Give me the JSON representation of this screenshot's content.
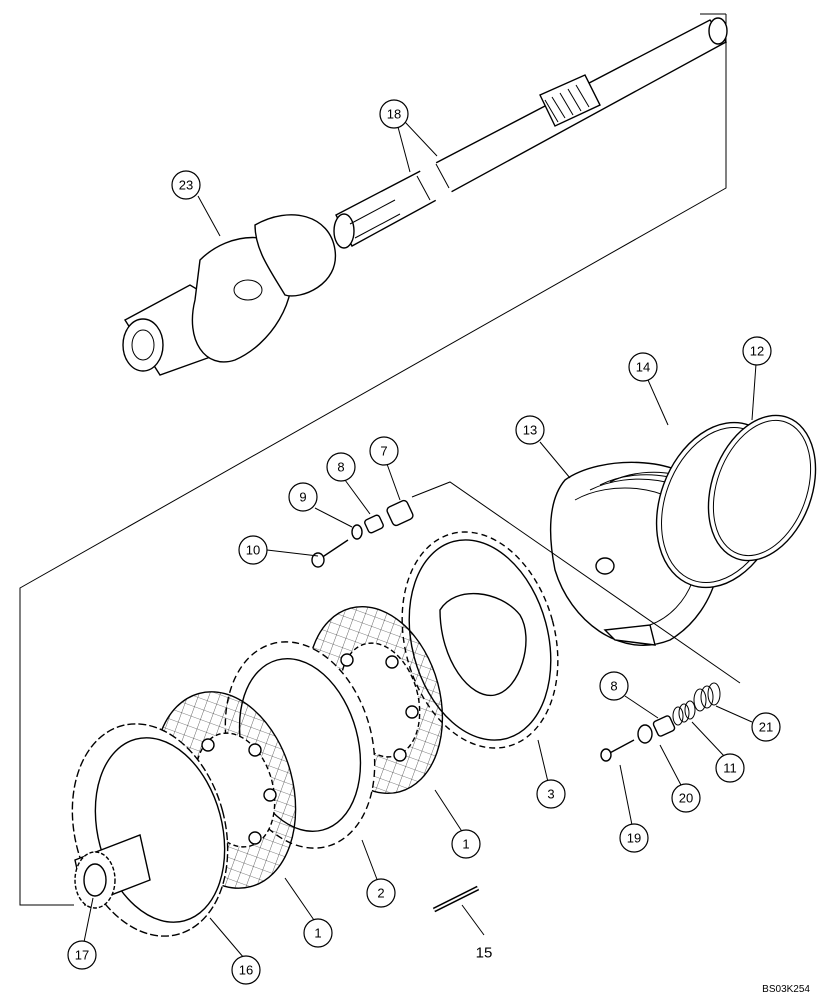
{
  "diagram": {
    "callouts": [
      {
        "id": "c23",
        "label": "23"
      },
      {
        "id": "c18",
        "label": "18"
      },
      {
        "id": "c14",
        "label": "14"
      },
      {
        "id": "c12",
        "label": "12"
      },
      {
        "id": "c13",
        "label": "13"
      },
      {
        "id": "c7",
        "label": "7"
      },
      {
        "id": "c8a",
        "label": "8"
      },
      {
        "id": "c9",
        "label": "9"
      },
      {
        "id": "c10",
        "label": "10"
      },
      {
        "id": "c8b",
        "label": "8"
      },
      {
        "id": "c21",
        "label": "21"
      },
      {
        "id": "c11",
        "label": "11"
      },
      {
        "id": "c20",
        "label": "20"
      },
      {
        "id": "c19",
        "label": "19"
      },
      {
        "id": "c3",
        "label": "3"
      },
      {
        "id": "c1a",
        "label": "1"
      },
      {
        "id": "c2",
        "label": "2"
      },
      {
        "id": "c1b",
        "label": "1"
      },
      {
        "id": "c16",
        "label": "16"
      },
      {
        "id": "c17",
        "label": "17"
      }
    ],
    "plain_label_15": "15",
    "reference_code": "BS03K254"
  }
}
